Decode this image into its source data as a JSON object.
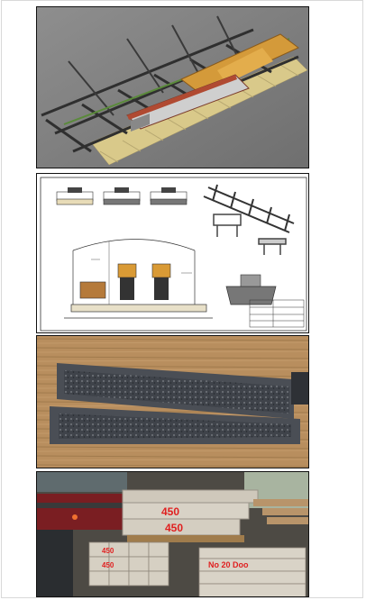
{
  "figure": {
    "panels": [
      {
        "id": "3d-render",
        "kind": "3D rendering of rail track with cars"
      },
      {
        "id": "technical-drawing",
        "kind": "engineering drawing sheet"
      },
      {
        "id": "sleeper-photo",
        "kind": "photo of two damaged concrete sleepers"
      },
      {
        "id": "stack-photo",
        "kind": "photo of stacked concrete blocks"
      }
    ],
    "handwritten_marks": {
      "top_block_1": "450",
      "top_block_2": "450",
      "left_stack_1": "450",
      "left_stack_2": "450",
      "right_stack": "No 20 Doo"
    }
  },
  "colors": {
    "render_bg": "#9a9a9a",
    "wood_plank": "#d9c98a",
    "orange_car": "#d49a3a",
    "rail_green": "#5a8a3a",
    "wood_floor": "#b89060",
    "sleeper_grey": "#4a4e55",
    "marker_red": "#e02020"
  }
}
